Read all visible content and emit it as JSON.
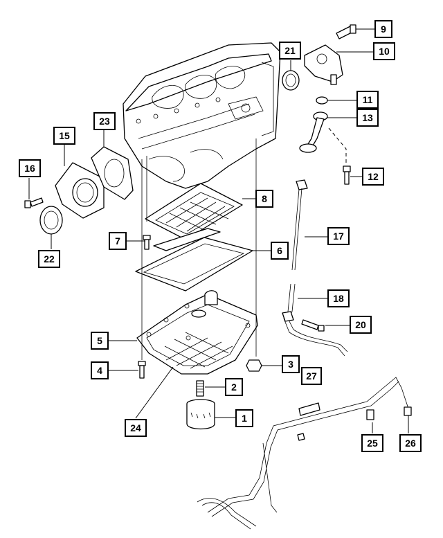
{
  "colors": {
    "line": "#000000",
    "background": "#ffffff"
  },
  "callouts": {
    "c1": "1",
    "c2": "2",
    "c3": "3",
    "c4": "4",
    "c5": "5",
    "c6": "6",
    "c7": "7",
    "c8": "8",
    "c9": "9",
    "c10": "10",
    "c11": "11",
    "c12": "12",
    "c13": "13",
    "c15": "15",
    "c16": "16",
    "c17": "17",
    "c18": "18",
    "c20": "20",
    "c21": "21",
    "c22": "22",
    "c23": "23",
    "c24": "24",
    "c25": "25",
    "c26": "26",
    "c27": "27"
  }
}
